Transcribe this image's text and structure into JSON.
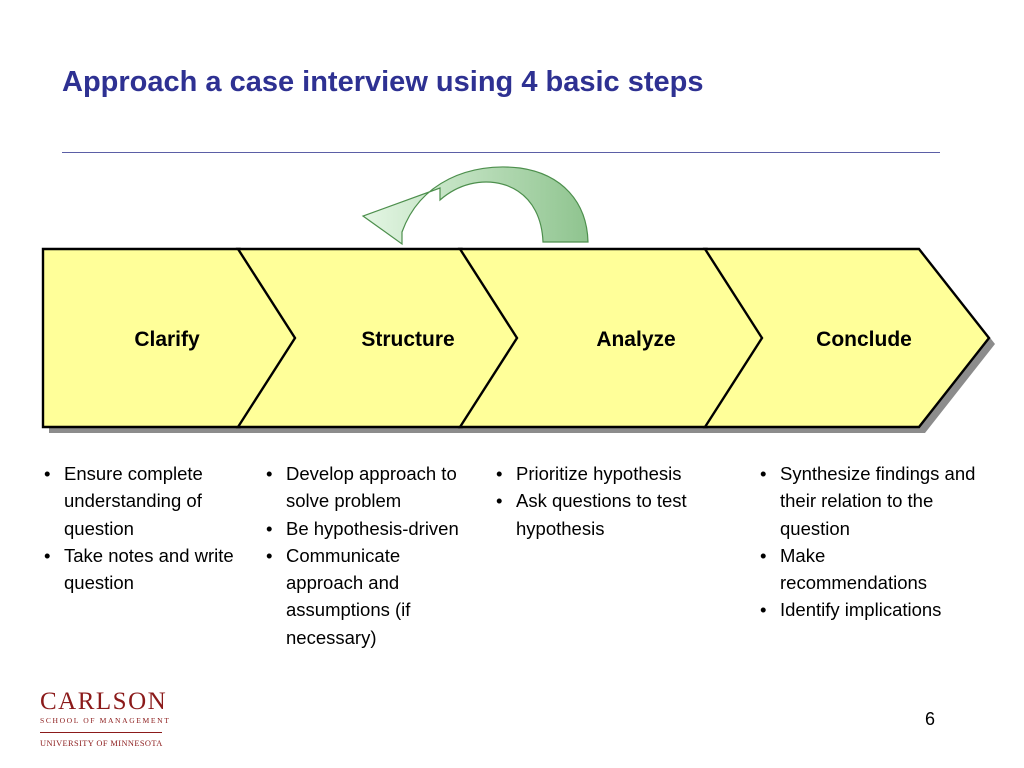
{
  "title": "Approach a case interview using 4 basic steps",
  "steps": [
    {
      "label": "Clarify",
      "bullets": [
        "Ensure complete understanding of question",
        "Take notes and write question"
      ]
    },
    {
      "label": "Structure",
      "bullets": [
        "Develop approach to solve problem",
        "Be hypothesis-driven",
        "Communicate approach and assumptions (if necessary)"
      ]
    },
    {
      "label": "Analyze",
      "bullets": [
        "Prioritize hypothesis",
        "Ask questions to test hypothesis"
      ]
    },
    {
      "label": "Conclude",
      "bullets": [
        "Synthesize findings and their relation to the question",
        "Make recommendations",
        "Identify implications"
      ]
    }
  ],
  "logo": {
    "name": "CARLSON",
    "school": "SCHOOL OF MANAGEMENT",
    "university": "UNIVERSITY OF MINNESOTA"
  },
  "page_number": "6",
  "colors": {
    "title": "#2E3192",
    "chevron_fill": "#FFFF99",
    "arrow_fill": "#A8D8A8",
    "logo": "#8B1A1A"
  }
}
